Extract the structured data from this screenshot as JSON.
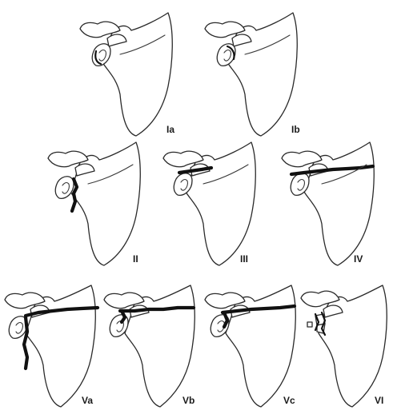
{
  "colors": {
    "outline": "#2a2a2a",
    "fracture": "#111111",
    "background": "#ffffff"
  },
  "panels": [
    {
      "label": "Ia"
    },
    {
      "label": "Ib"
    },
    {
      "label": "II"
    },
    {
      "label": "III"
    },
    {
      "label": "IV"
    },
    {
      "label": "Va"
    },
    {
      "label": "Vb"
    },
    {
      "label": "Vc"
    },
    {
      "label": "VI"
    }
  ]
}
